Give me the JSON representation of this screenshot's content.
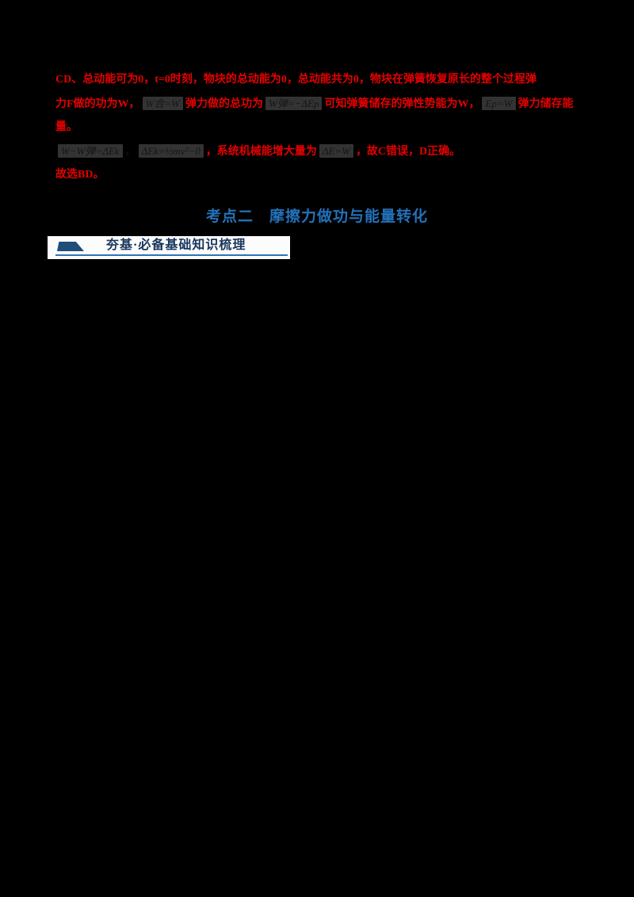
{
  "colors": {
    "page_background": "#000000",
    "answer_red": "#e60000",
    "heading_blue": "#2272b9",
    "bar_text_navy": "#17365d",
    "bar_trapezoid_blue": "#1f4e79",
    "bar_underline_blue": "#2e74b5",
    "bar_background": "#fcfcfc"
  },
  "answer": {
    "lines": [
      {
        "segments": [
          {
            "style": "red",
            "text": "CD、总动能可为0，t=0时刻，物块的总动能为0，总动能共为0，物块在弹簧恢复原长的整个过程弹"
          }
        ]
      },
      {
        "segments": [
          {
            "style": "red",
            "text": "力F做的功为W，"
          },
          {
            "style": "formula",
            "text": "W合=W"
          },
          {
            "style": "red",
            "text": "弹力做的总功为"
          },
          {
            "style": "formula",
            "text": "W弹=−ΔEp"
          },
          {
            "style": "red",
            "text": "可知弹簧储存的弹性势能为W，"
          },
          {
            "style": "formula",
            "text": "Ep=W"
          },
          {
            "style": "red",
            "text": "弹力储存能"
          }
        ]
      },
      {
        "segments": [
          {
            "style": "red",
            "text": "量。"
          }
        ]
      },
      {
        "segments": [
          {
            "style": "formula",
            "text": "W−W弹=ΔEk"
          },
          {
            "style": "dark",
            "text": "，"
          },
          {
            "style": "formula",
            "text": "ΔEk=½mv²−0"
          },
          {
            "style": "red",
            "text": "，系统机械能增大量为"
          },
          {
            "style": "formula",
            "text": "ΔE=W"
          },
          {
            "style": "red",
            "text": "，故C错误，D正确。"
          }
        ]
      },
      {
        "segments": [
          {
            "style": "red",
            "text": "故选BD。"
          }
        ]
      }
    ]
  },
  "heading": {
    "text": "考点二　摩擦力做功与能量转化"
  },
  "knowledge_bar": {
    "label": "夯基·必备基础知识梳理",
    "icon": "trapezoid-accent-icon"
  }
}
